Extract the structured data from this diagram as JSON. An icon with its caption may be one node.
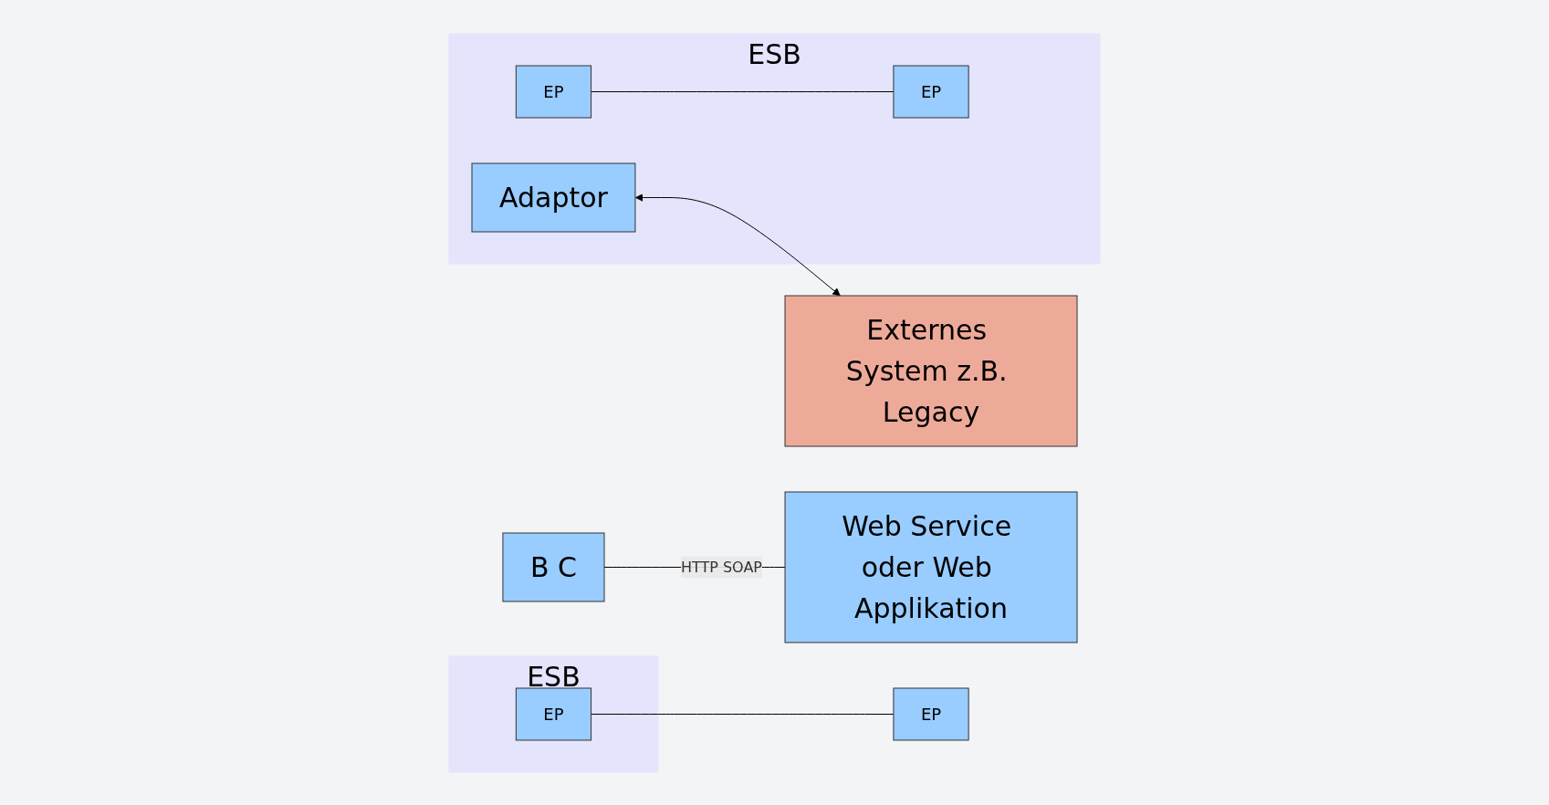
{
  "diagram": {
    "nodes": [
      {
        "text": [
          "ESB"
        ]
      },
      {
        "text": [
          "EP"
        ],
        "in": 0
      },
      {
        "text": [
          "EP"
        ]
      },
      {
        "text": [
          "B C"
        ]
      },
      {
        "text": [
          "Web Service oder Web Applikation"
        ]
      },
      {
        "text": [
          "ESB"
        ]
      },
      {
        "text": [
          "EP"
        ],
        "in": 5
      },
      {
        "text": [
          "Adaptor"
        ],
        "in": 5
      },
      {
        "text": [
          "EP"
        ],
        "in": 5
      },
      {
        "text": [
          "Externes System z.B. Legacy"
        ]
      }
    ],
    "edges": [
      {
        "from": 1,
        "to": 2,
        "arrow": "none"
      },
      {
        "from": 3,
        "to": 4,
        "arrow": "none",
        "label": "HTTP SOAP"
      },
      {
        "from": 6,
        "to": 8,
        "arrow": "none"
      },
      {
        "from": 7,
        "to": 9,
        "arrow": "both"
      }
    ]
  }
}
